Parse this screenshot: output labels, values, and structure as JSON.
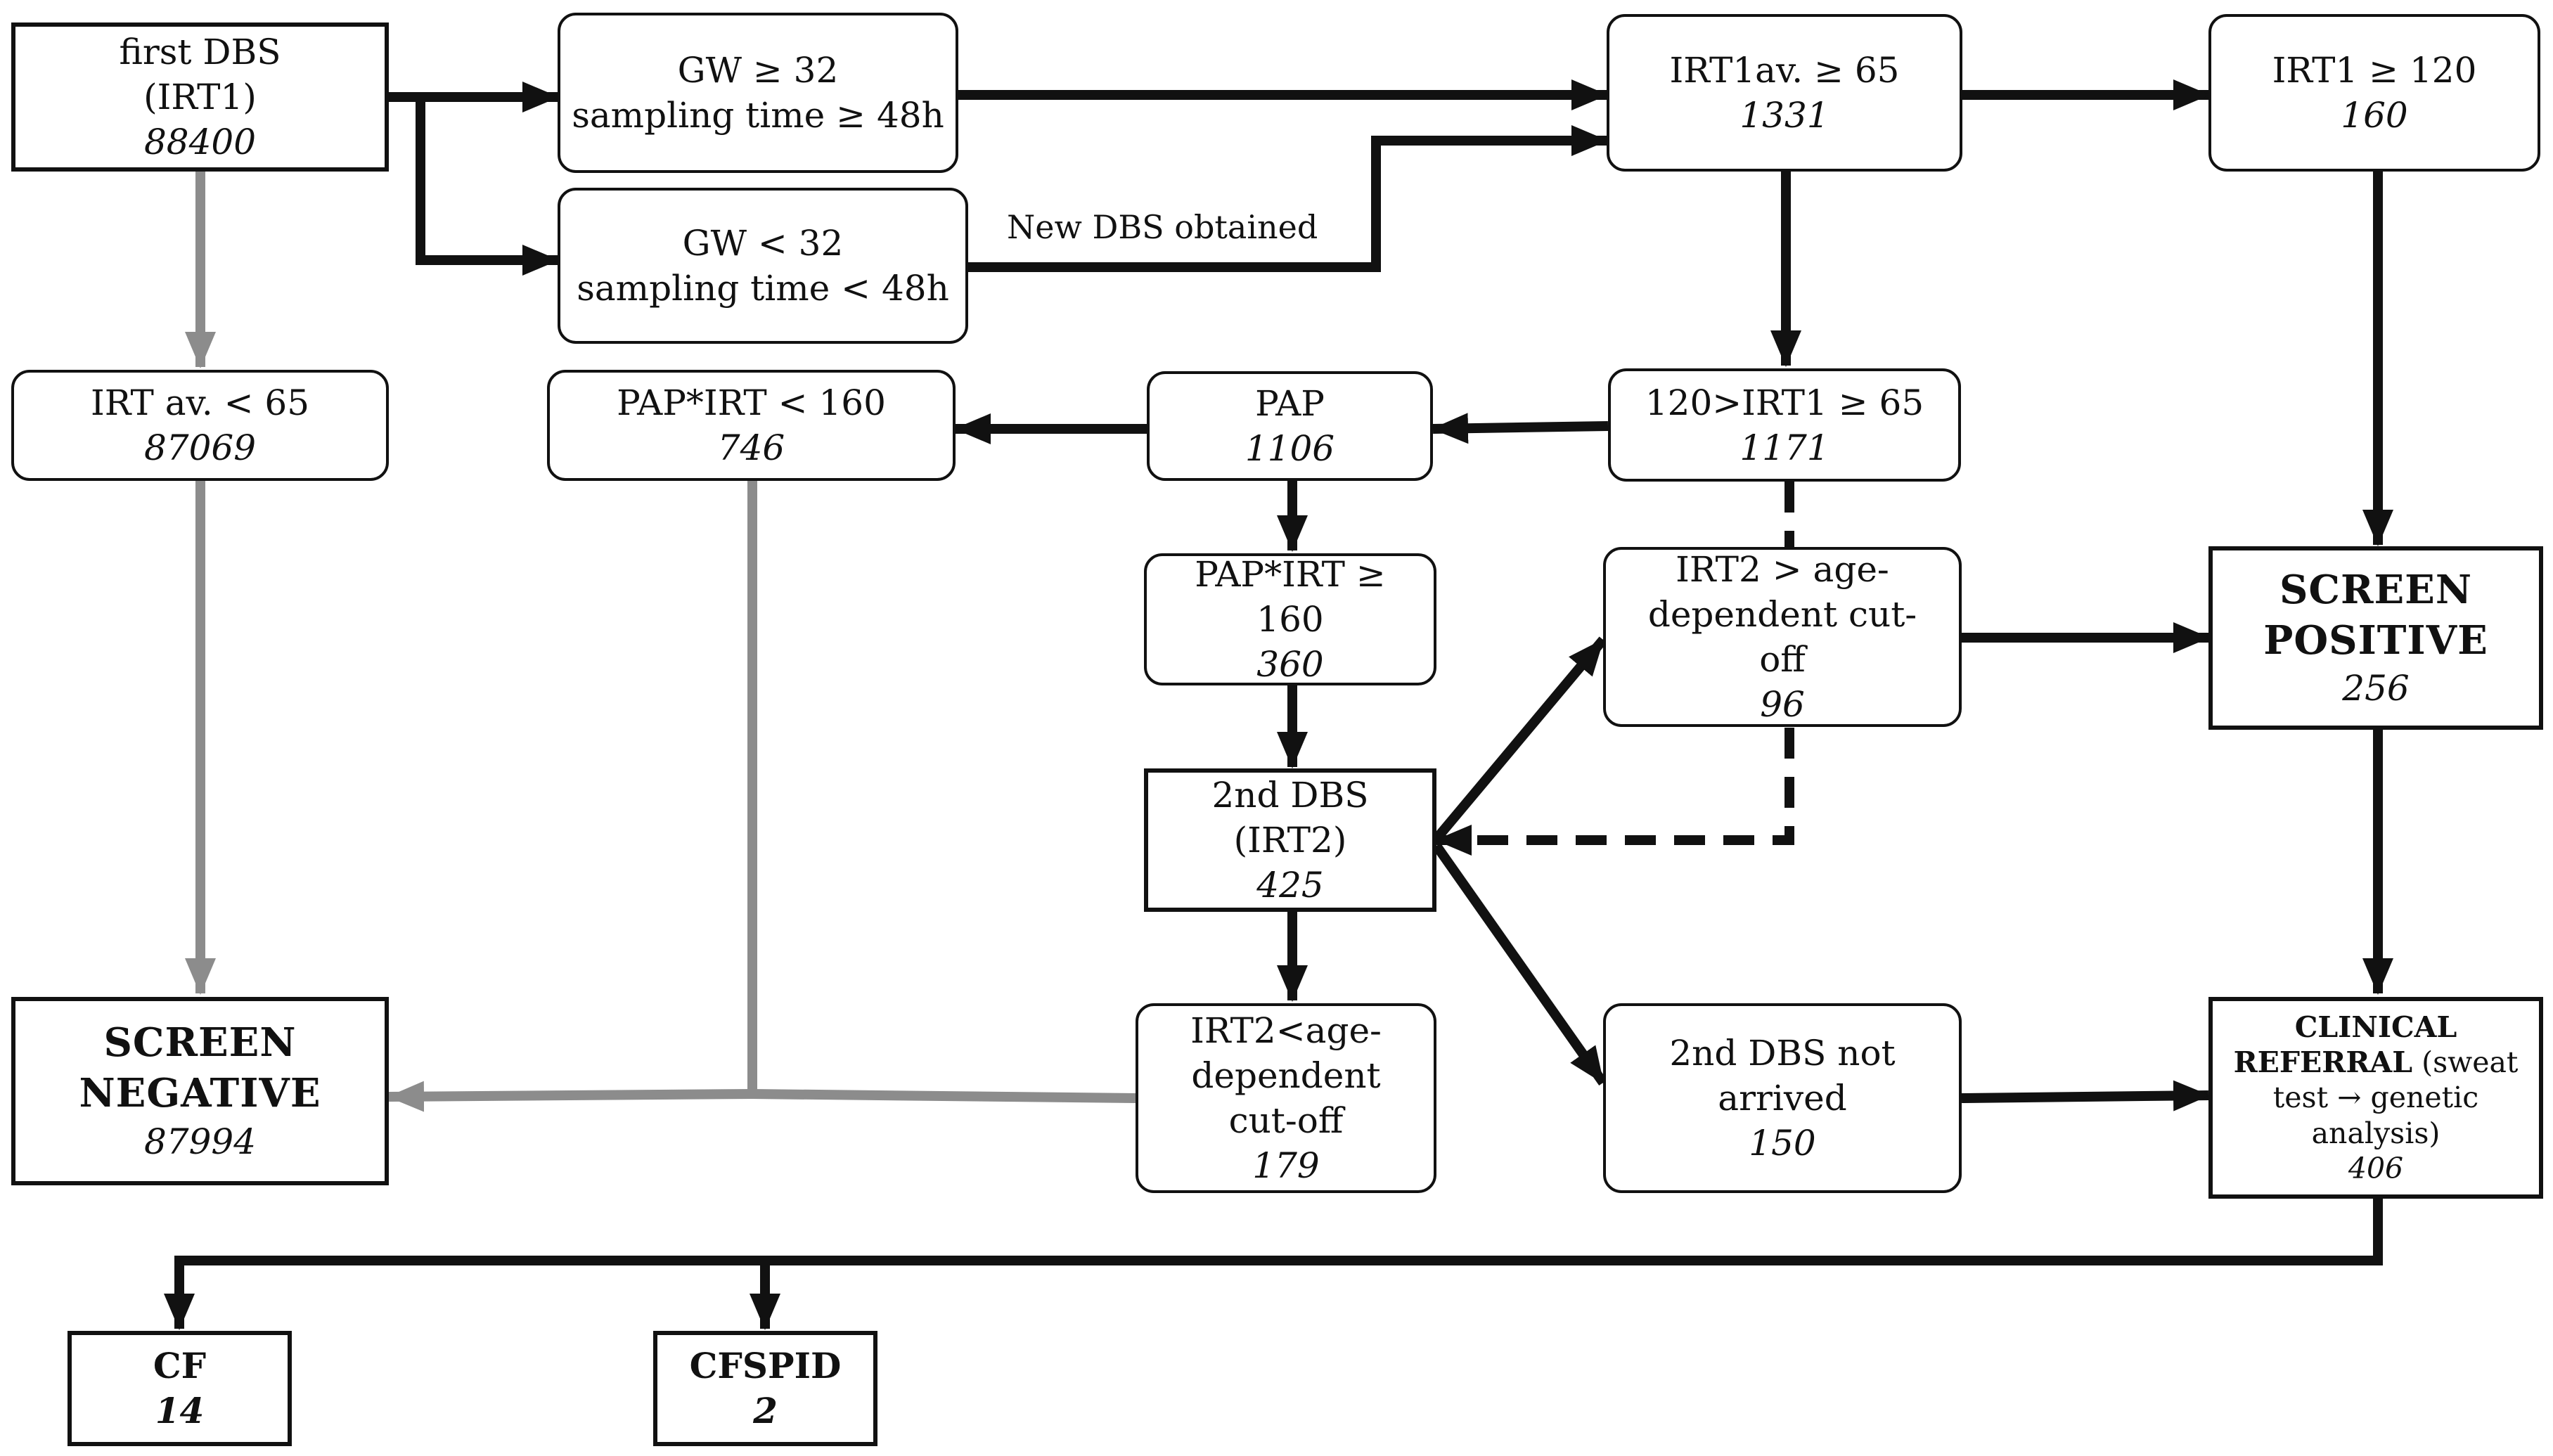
{
  "colors": {
    "black_edge": "#111111",
    "grey_edge": "#8c8c8c"
  },
  "nodes": {
    "first_dbs": {
      "line1": "first DBS",
      "line2": "(IRT1)",
      "count": "88400"
    },
    "gw_ge32": {
      "line1": "GW ≥ 32",
      "line2": "sampling  time ≥ 48h"
    },
    "gw_lt32": {
      "line1": "GW < 32",
      "line2": "sampling  time < 48h"
    },
    "irt1av_ge65": {
      "line1": "IRT1av. ≥ 65",
      "count": "1331"
    },
    "irt1_ge120": {
      "line1": "IRT1 ≥ 120",
      "count": "160"
    },
    "irtav_lt65": {
      "line1": "IRT av. < 65",
      "count": "87069"
    },
    "papirt_lt160": {
      "line1": "PAP*IRT < 160",
      "count": "746"
    },
    "pap": {
      "line1": "PAP",
      "count": "1106"
    },
    "irt1_mid": {
      "line1": "120>IRT1 ≥ 65",
      "count": "1171"
    },
    "papirt_ge160": {
      "line1": "PAP*IRT ≥",
      "line2": "160",
      "count": "360"
    },
    "irt2_gt": {
      "line1": "IRT2 > age-",
      "line2": "dependent  cut-",
      "line3": "off",
      "count": "96"
    },
    "screen_positive": {
      "line1": "SCREEN",
      "line2": "POSITIVE",
      "count": "256"
    },
    "second_dbs": {
      "line1": "2nd DBS",
      "line2": "(IRT2)",
      "count": "425"
    },
    "screen_negative": {
      "line1": "SCREEN",
      "line2": "NEGATIVE",
      "count": "87994"
    },
    "irt2_lt": {
      "line1": "IRT2<age-",
      "line2": "dependent",
      "line3": "cut-off",
      "count": "179"
    },
    "dbs_not_arrived": {
      "line1": "2nd DBS not",
      "line2": "arrived",
      "count": "150"
    },
    "clinical_referral": {
      "line1a": "CLINICAL",
      "line2a": "REFERRAL",
      "line2b": " (sweat",
      "line3": "test → genetic",
      "line4": "analysis)",
      "count": "406"
    },
    "cf": {
      "line1": "CF",
      "count": "14"
    },
    "cfspid": {
      "line1": "CFSPID",
      "count": "2"
    }
  },
  "edge_labels": {
    "new_dbs": "New DBS obtained"
  }
}
